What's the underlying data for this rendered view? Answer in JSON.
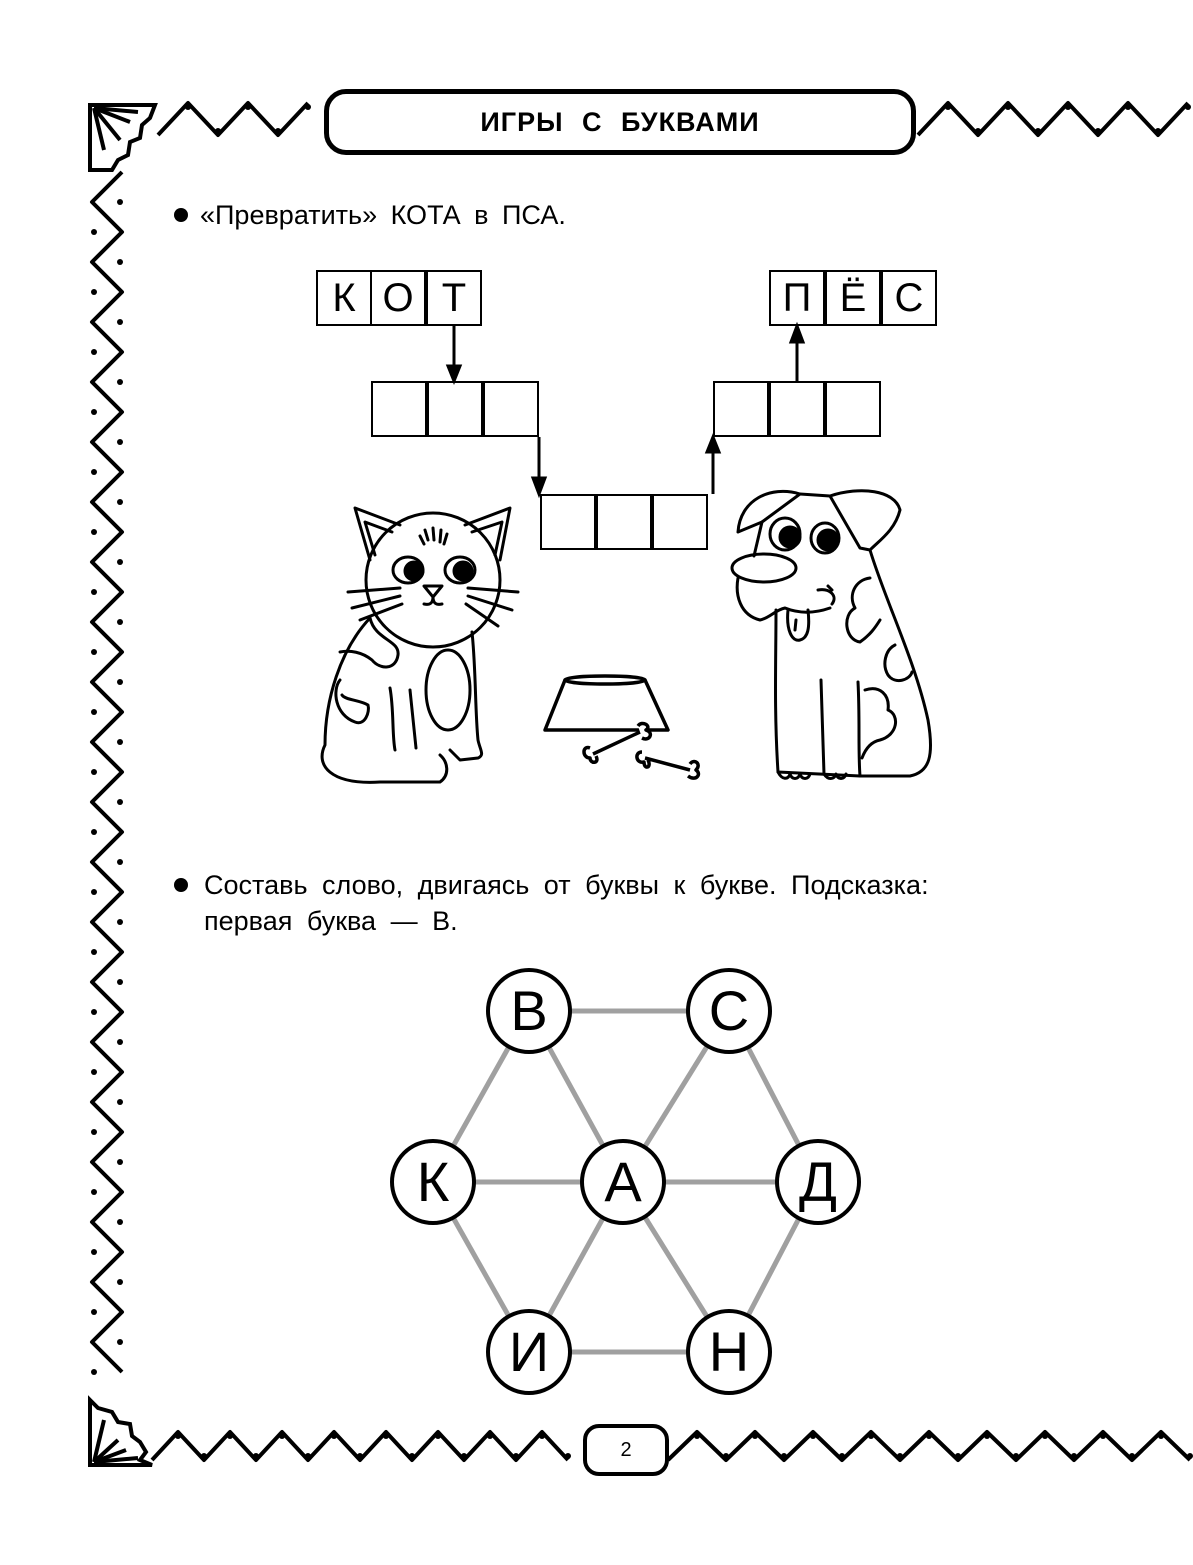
{
  "header": {
    "title": "ИГРЫ С БУКВАМИ"
  },
  "exercise1": {
    "instruction": "«Превратить» КОТА в ПСА.",
    "start_word": [
      "К",
      "О",
      "Т"
    ],
    "end_word": [
      "П",
      "Ё",
      "С"
    ],
    "blank_rows": 3,
    "illustrations": [
      "cat",
      "dog",
      "bowl",
      "bones"
    ]
  },
  "exercise2": {
    "instruction_line1": "Составь слово, двигаясь от буквы к букве. Подсказка:",
    "instruction_line2": "первая буква — В.",
    "nodes": [
      {
        "id": "v",
        "letter": "В",
        "position": "top-left"
      },
      {
        "id": "s",
        "letter": "С",
        "position": "top-right"
      },
      {
        "id": "k",
        "letter": "К",
        "position": "middle-left"
      },
      {
        "id": "a",
        "letter": "А",
        "position": "center"
      },
      {
        "id": "d",
        "letter": "Д",
        "position": "middle-right"
      },
      {
        "id": "i",
        "letter": "И",
        "position": "bottom-left"
      },
      {
        "id": "n",
        "letter": "Н",
        "position": "bottom-right"
      }
    ],
    "edges": [
      [
        "v",
        "s"
      ],
      [
        "v",
        "k"
      ],
      [
        "v",
        "a"
      ],
      [
        "s",
        "a"
      ],
      [
        "s",
        "d"
      ],
      [
        "k",
        "a"
      ],
      [
        "a",
        "d"
      ],
      [
        "k",
        "i"
      ],
      [
        "a",
        "i"
      ],
      [
        "a",
        "n"
      ],
      [
        "d",
        "n"
      ],
      [
        "i",
        "n"
      ]
    ],
    "edge_color": "#a0a0a0"
  },
  "footer": {
    "page_number": "2"
  }
}
